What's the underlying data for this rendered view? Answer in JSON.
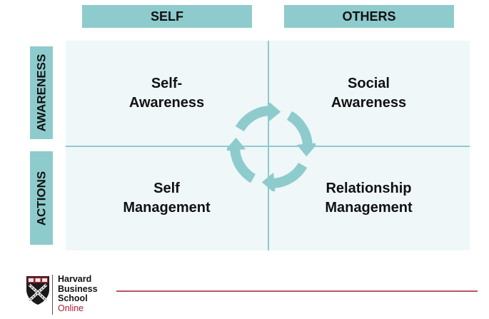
{
  "columns": [
    {
      "label": "SELF"
    },
    {
      "label": "OTHERS"
    }
  ],
  "rows": [
    {
      "label": "AWARENESS"
    },
    {
      "label": "ACTIONS"
    }
  ],
  "quadrants": [
    {
      "line1": "Self-",
      "line2": "Awareness"
    },
    {
      "line1": "Social",
      "line2": "Awareness"
    },
    {
      "line1": "Self",
      "line2": "Management"
    },
    {
      "line1": "Relationship",
      "line2": "Management"
    }
  ],
  "center_icon": "cycle-arrows-icon",
  "colors": {
    "accent": "#8ecbcd",
    "grid_bg": "#eff7f9",
    "brand": "#a51c30"
  },
  "logo": {
    "line1": "Harvard",
    "line2": "Business",
    "line3": "School",
    "line4": "Online"
  }
}
